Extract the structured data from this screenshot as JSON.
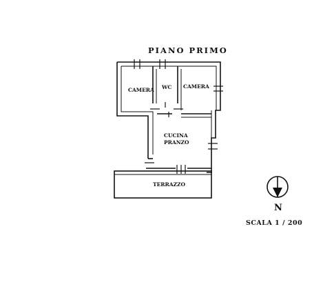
{
  "plan": {
    "title": "PIANO PRIMO",
    "rooms": {
      "camera_left": "CAMERA",
      "wc": "WC",
      "camera_right": "CAMERA",
      "cucina_line1": "CUCINA",
      "cucina_line2": "PRANZO",
      "terrazzo": "TERRAZZO"
    },
    "north_label": "N",
    "scale_label": "SCALA 1 / 200",
    "colors": {
      "ink": "#111111",
      "paper": "#ffffff"
    }
  }
}
